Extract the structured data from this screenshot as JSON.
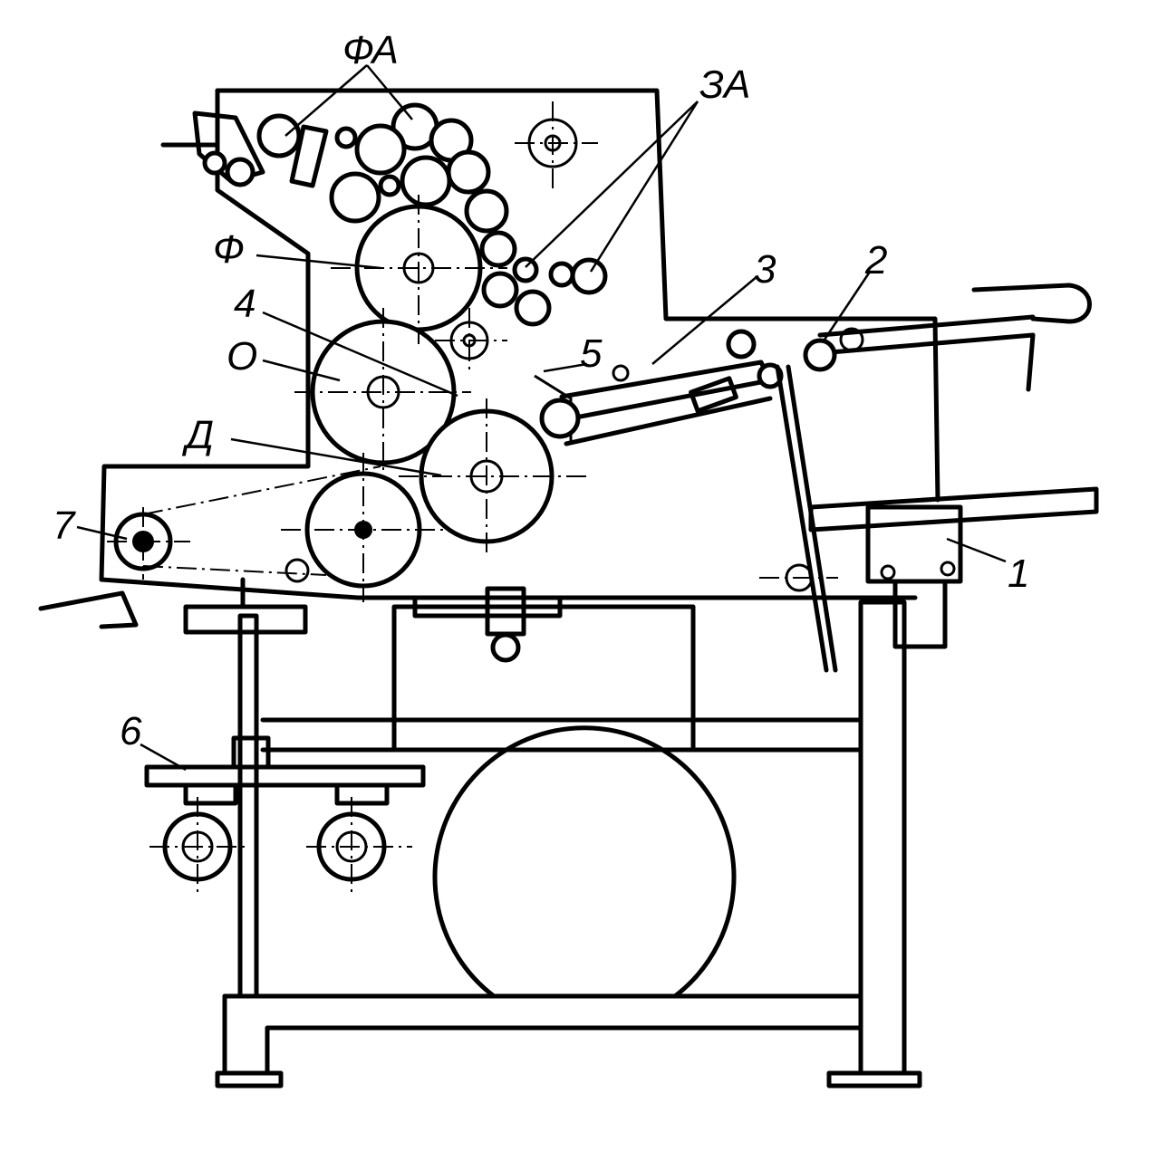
{
  "labels": {
    "fa": "ФА",
    "za": "ЗА",
    "f": "Ф",
    "four": "4",
    "o": "О",
    "d": "Д",
    "seven": "7",
    "three": "3",
    "two": "2",
    "five": "5",
    "one": "1",
    "six": "6"
  }
}
